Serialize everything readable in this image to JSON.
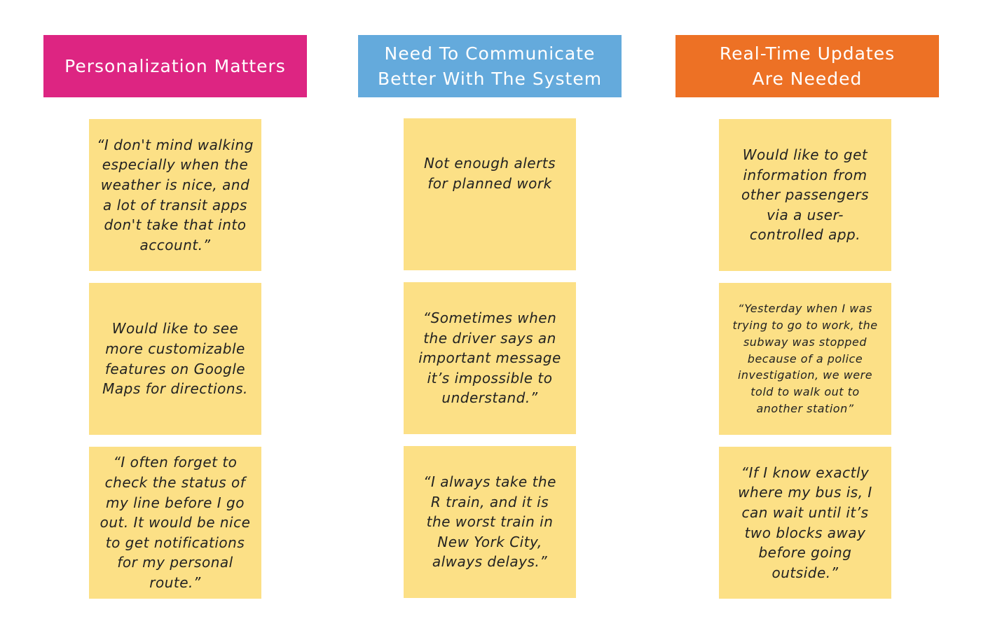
{
  "colors": {
    "personalization_header": "#dd2582",
    "communicate_header": "#64aadc",
    "realtime_header": "#ed7125",
    "sticky_note": "#fce086",
    "note_text": "#222222"
  },
  "columns": [
    {
      "header": "Personalization Matters",
      "notes": [
        "“I don't mind walking especially when the weather is nice, and a lot of transit apps don't take that into account.”",
        "Would like to see more customizable features on Google Maps for directions.",
        "“I often forget to check the status of my line before I go out. It would be nice to get notifications for my personal route.”"
      ]
    },
    {
      "header": "Need To Communicate Better With The System",
      "notes": [
        "Not enough alerts for planned work",
        "“Sometimes when the driver says an important message it’s impossible to understand.”",
        "“I always take the R train, and it is the worst train in New York City, always delays.”"
      ]
    },
    {
      "header": "Real-Time Updates Are Needed",
      "notes": [
        "Would like to get information from other passengers via a user-controlled app.",
        "“Yesterday when I was trying to go to work, the subway was stopped because of a police investigation, we were told to walk out to another station”",
        "“If I know exactly where my bus is, I can wait until it’s two blocks away before going outside.”"
      ]
    }
  ]
}
